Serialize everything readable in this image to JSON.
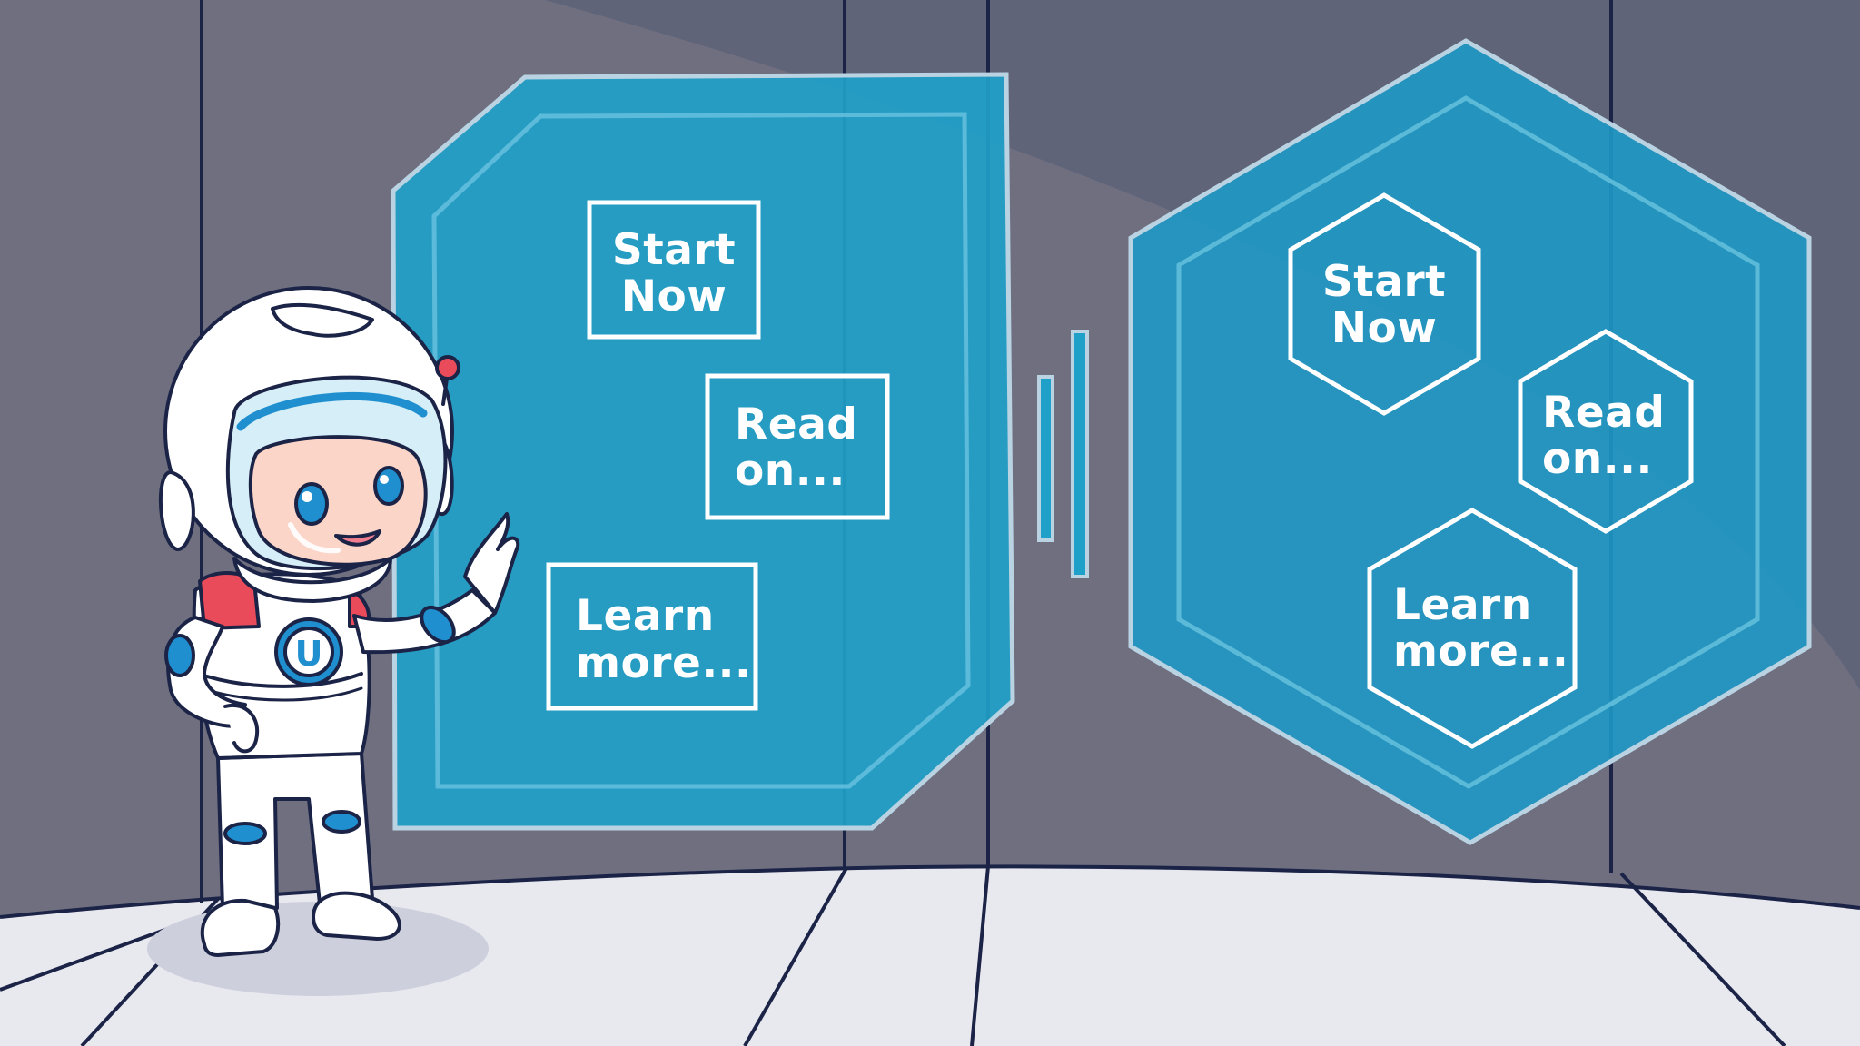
{
  "colors": {
    "wall": "#6e6e80",
    "wall_shadow": "#5e6378",
    "floor": "#e8e8ee",
    "panel_fill": "#1e9ac4",
    "panel_outline": "#b9d7e6",
    "line_dark": "#1b2447",
    "button_outline": "#ffffff",
    "suit": "#ffffff",
    "accent_red": "#e94b5a",
    "accent_blue": "#1f8fcf"
  },
  "left_panel": {
    "shape": "octagon-rectangle",
    "buttons": [
      {
        "id": "start",
        "shape": "rectangle",
        "line1": "Start",
        "line2": "Now"
      },
      {
        "id": "read",
        "shape": "rectangle",
        "line1": "Read",
        "line2": "on..."
      },
      {
        "id": "learn",
        "shape": "rectangle",
        "line1": "Learn",
        "line2": "more..."
      }
    ]
  },
  "right_panel": {
    "shape": "hexagon",
    "buttons": [
      {
        "id": "start",
        "shape": "hexagon",
        "line1": "Start",
        "line2": "Now"
      },
      {
        "id": "read",
        "shape": "hexagon",
        "line1": "Read",
        "line2": "on..."
      },
      {
        "id": "learn",
        "shape": "hexagon",
        "line1": "Learn",
        "line2": "more..."
      }
    ]
  },
  "mascot": {
    "icon": "astronaut-mascot",
    "badge_letter": "U"
  }
}
